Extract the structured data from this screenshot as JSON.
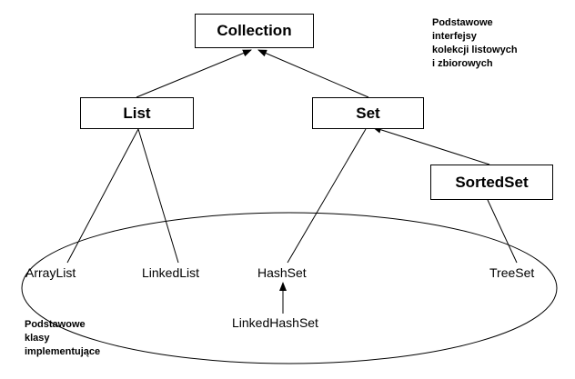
{
  "interfaces": {
    "collection": "Collection",
    "list": "List",
    "set": "Set",
    "sorted_set": "SortedSet"
  },
  "classes": {
    "array_list": "ArrayList",
    "linked_list": "LinkedList",
    "hash_set": "HashSet",
    "tree_set": "TreeSet",
    "linked_hash_set": "LinkedHashSet"
  },
  "notes": {
    "interfaces_caption": [
      "Podstawowe",
      "interfejsy",
      "kolekcji listowych",
      "i zbiorowych"
    ],
    "classes_caption": [
      "Podstawowe",
      "klasy",
      "implementujące"
    ]
  },
  "colors": {
    "line": "#000000",
    "background": "#ffffff"
  }
}
